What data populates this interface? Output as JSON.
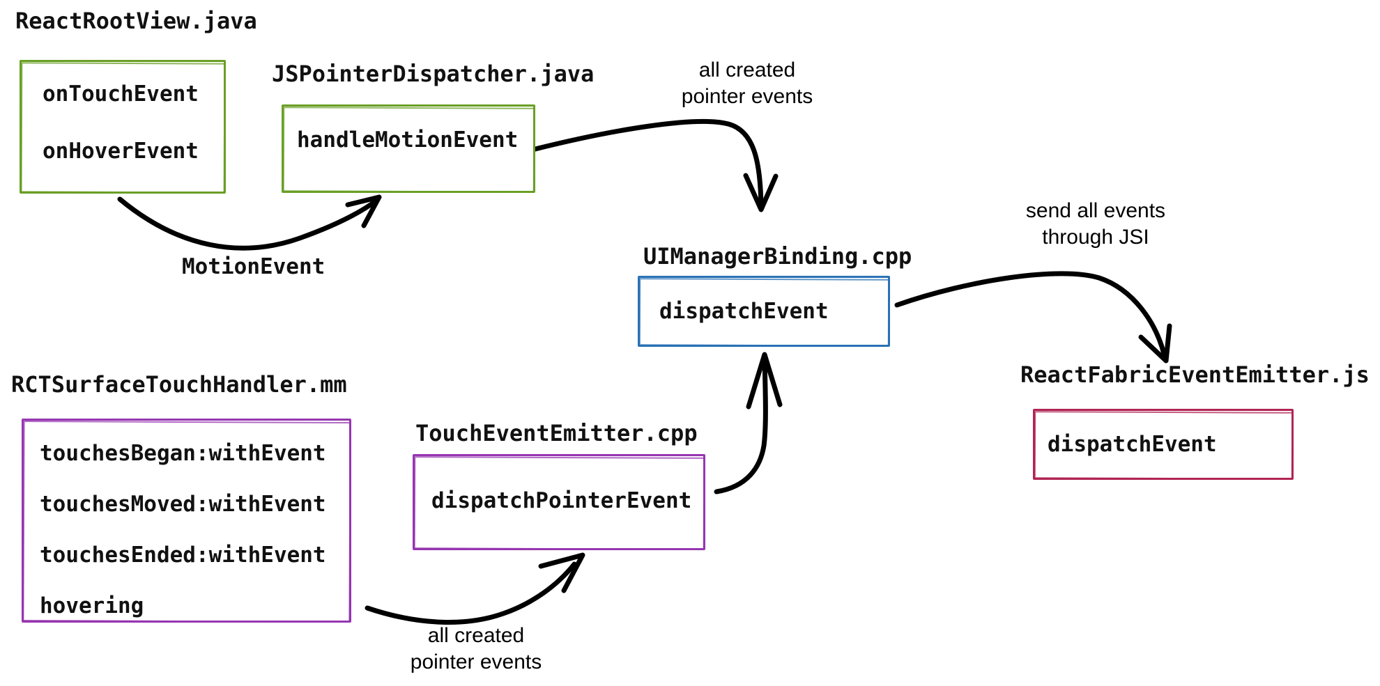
{
  "colors": {
    "green": "#6a9f26",
    "blue": "#2a72b5",
    "purple": "#9636b0",
    "crimson": "#b02553",
    "arrow": "#000000"
  },
  "nodes": {
    "reactRootView": {
      "title": "ReactRootView.java",
      "methods": [
        "onTouchEvent",
        "onHoverEvent"
      ]
    },
    "jsPointerDispatcher": {
      "title": "JSPointerDispatcher.java",
      "methods": [
        "handleMotionEvent"
      ]
    },
    "uiManagerBinding": {
      "title": "UIManagerBinding.cpp",
      "methods": [
        "dispatchEvent"
      ]
    },
    "reactFabricEventEmitter": {
      "title": "ReactFabricEventEmitter.js",
      "methods": [
        "dispatchEvent"
      ]
    },
    "rctSurfaceTouchHandler": {
      "title": "RCTSurfaceTouchHandler.mm",
      "methods": [
        "touchesBegan:withEvent",
        "touchesMoved:withEvent",
        "touchesEnded:withEvent",
        "hovering"
      ]
    },
    "touchEventEmitter": {
      "title": "TouchEventEmitter.cpp",
      "methods": [
        "dispatchPointerEvent"
      ]
    }
  },
  "edges": [
    {
      "from": "reactRootView",
      "to": "jsPointerDispatcher",
      "label": "MotionEvent"
    },
    {
      "from": "jsPointerDispatcher",
      "to": "uiManagerBinding",
      "label": "all created\npointer events"
    },
    {
      "from": "uiManagerBinding",
      "to": "reactFabricEventEmitter",
      "label": "send all events\nthrough JSI"
    },
    {
      "from": "rctSurfaceTouchHandler",
      "to": "touchEventEmitter",
      "label": "all created\npointer events"
    },
    {
      "from": "touchEventEmitter",
      "to": "uiManagerBinding",
      "label": ""
    }
  ]
}
